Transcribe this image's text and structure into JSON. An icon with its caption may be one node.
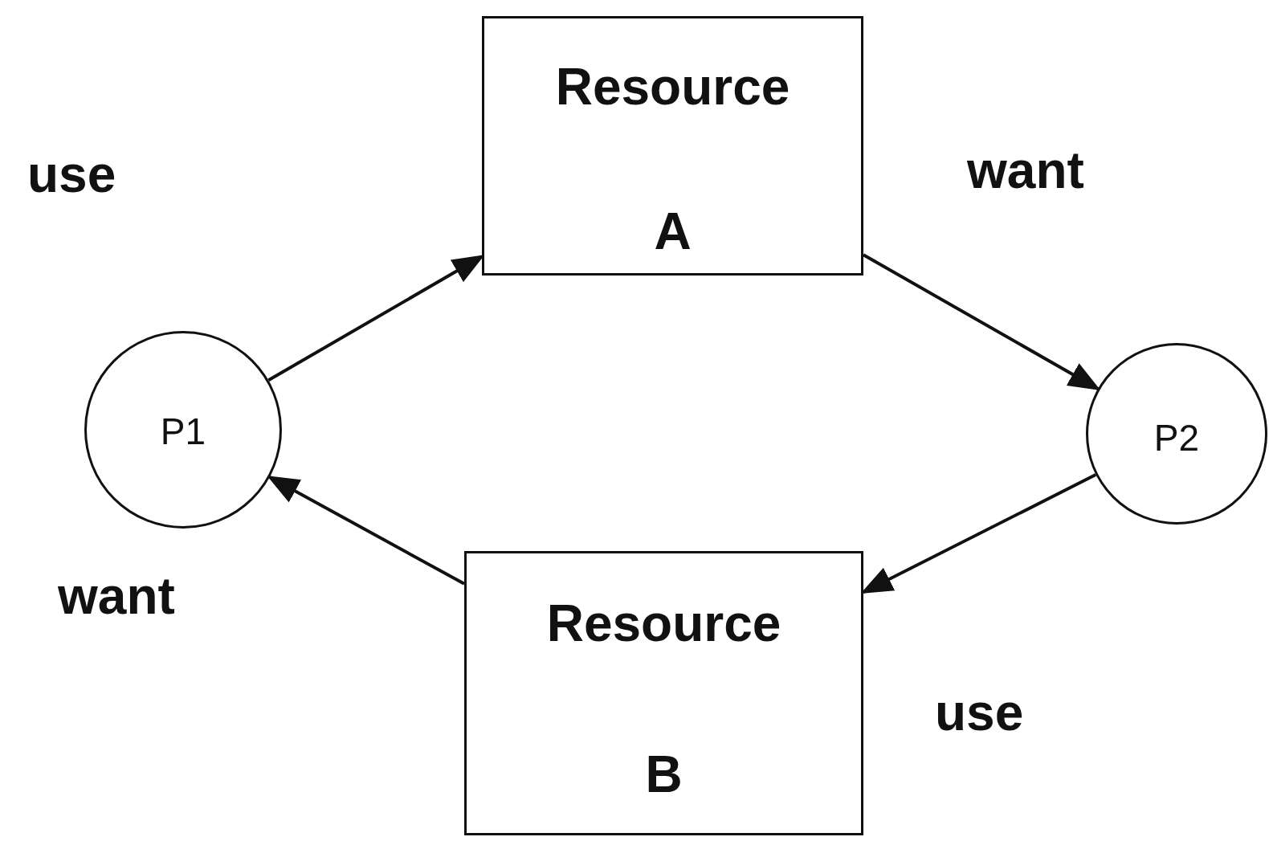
{
  "diagram": {
    "nodes": [
      {
        "text": [
          "Resource",
          "A"
        ]
      },
      {
        "text": [
          "P1"
        ]
      },
      {
        "text": [
          "P2"
        ]
      },
      {
        "text": [
          "Resource",
          "B"
        ]
      }
    ],
    "edges": [
      {
        "from": 1,
        "to": 0,
        "arrow": "to",
        "label": "use"
      },
      {
        "from": 0,
        "to": 2,
        "arrow": "to",
        "label": "want"
      },
      {
        "from": 2,
        "to": 3,
        "arrow": "to",
        "label": "use"
      },
      {
        "from": 3,
        "to": 1,
        "arrow": "to",
        "label": "want"
      }
    ]
  }
}
